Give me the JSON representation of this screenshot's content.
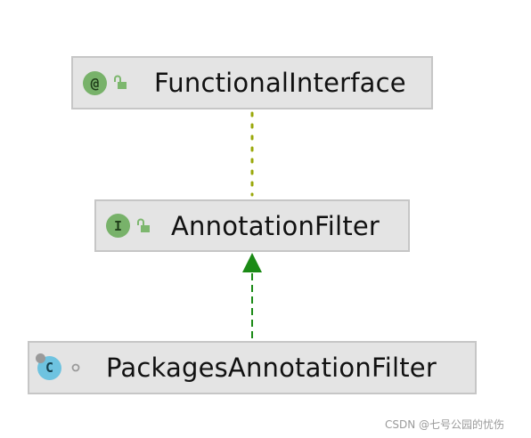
{
  "diagram": {
    "nodes": [
      {
        "id": "functional-interface",
        "kind_icon": "annotation-type-icon",
        "kind_glyph": "@",
        "visibility_icon": "public-lock-icon",
        "label": "FunctionalInterface"
      },
      {
        "id": "annotation-filter",
        "kind_icon": "interface-icon",
        "kind_glyph": "I",
        "visibility_icon": "public-lock-icon",
        "label": "AnnotationFilter"
      },
      {
        "id": "packages-annotation-filter",
        "kind_icon": "class-icon",
        "kind_glyph": "C",
        "visibility_icon": "package-private-dot-icon",
        "label": "PackagesAnnotationFilter"
      }
    ],
    "edges": [
      {
        "from": "annotation-filter",
        "to": "functional-interface",
        "relation": "annotated-with",
        "style": "dotted",
        "color": "#9aa80a"
      },
      {
        "from": "packages-annotation-filter",
        "to": "annotation-filter",
        "relation": "implements",
        "style": "dashed-arrow",
        "color": "#1b8a16"
      }
    ]
  },
  "watermark": "CSDN @七号公园的忧伤"
}
